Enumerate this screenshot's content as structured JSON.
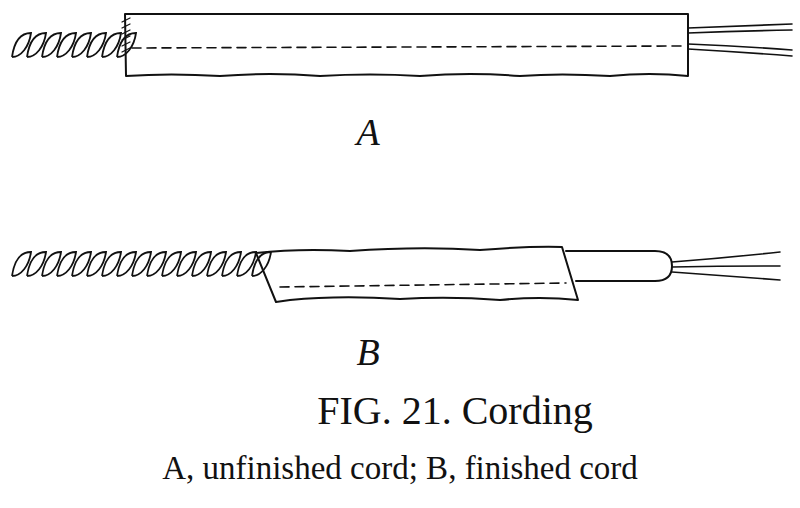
{
  "diagram": {
    "caption": "FIG. 21. Cording",
    "labels": [
      "A",
      "B",
      "A, unfinished cord; B, finished cord"
    ]
  }
}
